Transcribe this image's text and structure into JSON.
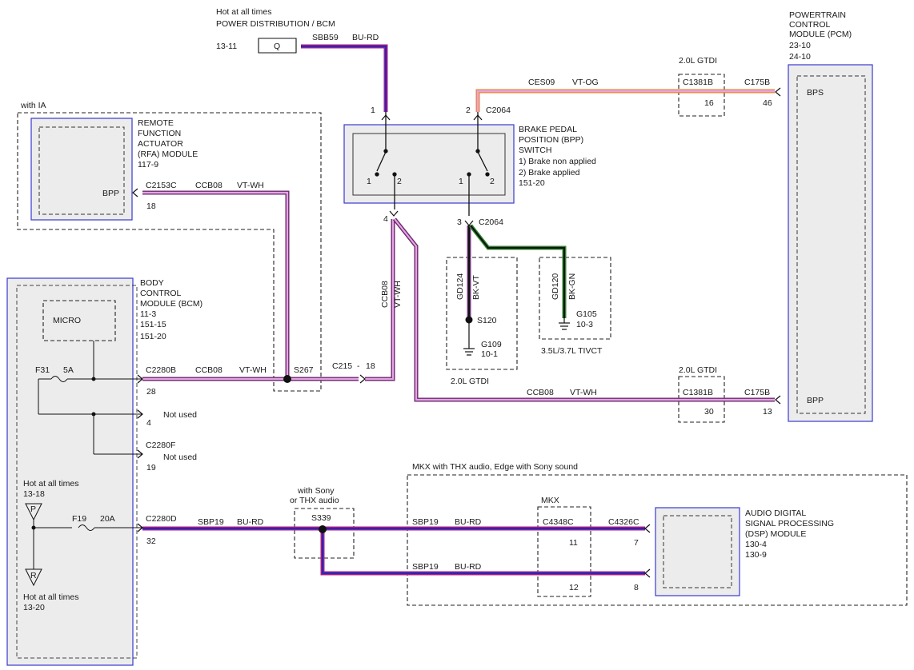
{
  "colors": {
    "BU-RD": [
      "#2727b8",
      "#b02080"
    ],
    "VT-WH": [
      "#e6a3e6",
      "#6b2b6b"
    ],
    "VT-OG": [
      "#e6a3e6",
      "#e88a3c"
    ],
    "BK-VT": [
      "#111111",
      "#7a3a8a"
    ],
    "BK-GN": [
      "#111111",
      "#2f8a2f"
    ],
    "module_border": "#3a3ad0"
  },
  "power": {
    "line1": "Hot at all times",
    "line2": "POWER DISTRIBUTION / BCM",
    "page": "13-11",
    "symbol": "Q",
    "circuit": "SBB59",
    "color": "BU-RD"
  },
  "pcm": {
    "name_lines": [
      "POWERTRAIN",
      "CONTROL",
      "MODULE (PCM)"
    ],
    "pages": [
      "23-10",
      "24-10"
    ],
    "pin_bps": "BPS",
    "pin_bpp": "BPP"
  },
  "bpp_switch": {
    "name_lines": [
      "BRAKE PEDAL",
      "POSITION (BPP)",
      "SWITCH"
    ],
    "states": [
      "1) Brake non applied",
      "2) Brake applied"
    ],
    "page": "151-20",
    "connector_top": "C2064",
    "connector_bottom": "C2064",
    "pins": {
      "top_left": "1",
      "top_right": "2",
      "bottom_left": "4",
      "bottom_right": "3"
    },
    "contacts": {
      "l1": "1",
      "l2": "2",
      "r1": "1",
      "r2": "2"
    }
  },
  "rfa": {
    "option_label": "with IA",
    "name_lines": [
      "REMOTE",
      "FUNCTION",
      "ACTUATOR",
      "(RFA) MODULE"
    ],
    "page": "117-9",
    "pin": "BPP",
    "connector": "C2153C",
    "pin_no": "18"
  },
  "bcm": {
    "name_lines": [
      "BODY",
      "CONTROL",
      "MODULE (BCM)"
    ],
    "pages": [
      "11-3",
      "151-15",
      "151-20"
    ],
    "micro": "MICRO",
    "fuse1": "F31",
    "fuse1_rating": "5A",
    "fuse2": "F19",
    "fuse2_rating": "20A",
    "conn_b": "C2280B",
    "pin_28": "28",
    "pin_4": "4",
    "not_used_1": "Not used",
    "conn_f": "C2280F",
    "pin_19": "19",
    "not_used_2": "Not used",
    "hot_top": "Hot at all times",
    "hot_top_page": "13-18",
    "sym_p": "P",
    "sym_r": "R",
    "hot_bottom": "Hot at all times",
    "hot_bottom_page": "13-20",
    "conn_d": "C2280D",
    "pin_32": "32"
  },
  "circuits": {
    "ces09": "CES09",
    "vt_og": "VT-OG",
    "ccb08": "CCB08",
    "vt_wh": "VT-WH",
    "sbp19": "SBP19",
    "bu_rd": "BU-RD",
    "gd124": "GD124",
    "bk_vt": "BK-VT",
    "gd120": "GD120",
    "bk_gn": "BK-GN"
  },
  "connectors": {
    "c1381b_top": "C1381B",
    "c1381b_top_pin": "16",
    "c1381b_bot": "C1381B",
    "c1381b_bot_pin": "30",
    "gtdi_top": "2.0L GTDI",
    "gtdi_bot": "2.0L GTDI",
    "c175b_top": "C175B",
    "c175b_top_pin": "46",
    "c175b_bot": "C175B",
    "c175b_bot_pin": "13",
    "s267": "S267",
    "c215": "C215",
    "c215_pin": "18",
    "s120": "S120",
    "g109": "G109",
    "g109_page": "10-1",
    "g105": "G105",
    "g105_page": "10-3",
    "gtdi_ground": "2.0L GTDI",
    "tivct": "3.5L/3.7L TIVCT"
  },
  "audio": {
    "option_label": "MKX with THX audio, Edge with Sony sound",
    "splice_opt_1": "with Sony",
    "splice_opt_2": "or THX audio",
    "s339": "S339",
    "mkx": "MKX",
    "c4348c": "C4348C",
    "pin_11": "11",
    "pin_12": "12",
    "c4326c": "C4326C",
    "pin_7": "7",
    "pin_8": "8",
    "dsp_name": [
      "AUDIO DIGITAL",
      "SIGNAL PROCESSING",
      "(DSP) MODULE"
    ],
    "dsp_pages": [
      "130-4",
      "130-9"
    ]
  }
}
